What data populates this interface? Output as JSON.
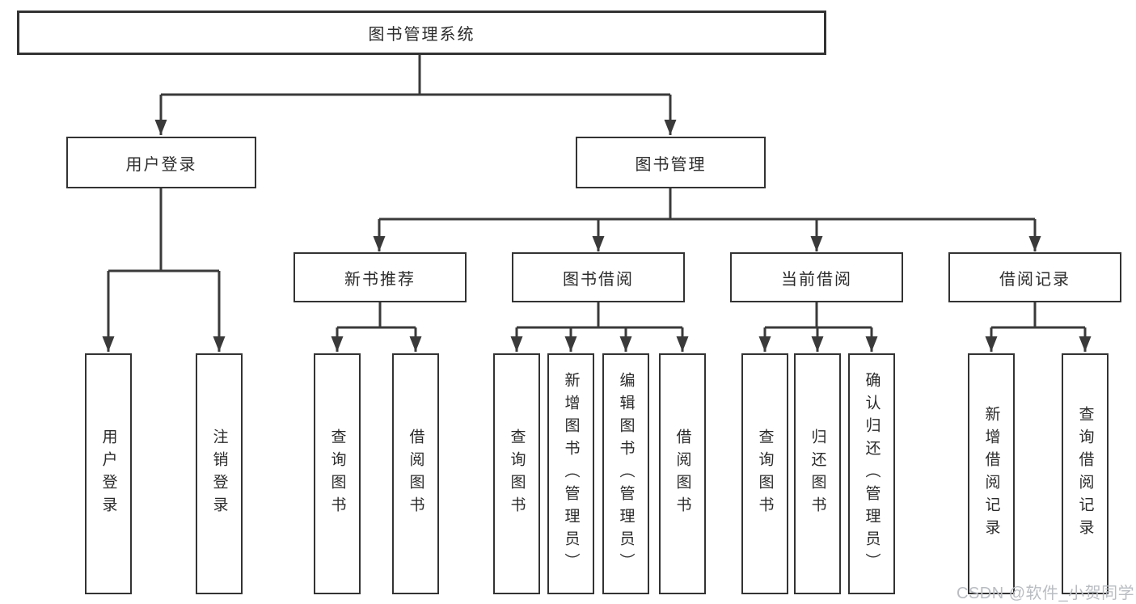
{
  "diagram": {
    "root": {
      "label": "图书管理系统"
    },
    "level2": [
      {
        "label": "用户登录"
      },
      {
        "label": "图书管理"
      }
    ],
    "level3": [
      {
        "label": "新书推荐"
      },
      {
        "label": "图书借阅"
      },
      {
        "label": "当前借阅"
      },
      {
        "label": "借阅记录"
      }
    ],
    "leaves": {
      "user_login": [
        "用户登录",
        "注销登录"
      ],
      "new_book": [
        "查询图书",
        "借阅图书"
      ],
      "book_borrow": [
        "查询图书",
        "新增图书（管理员）",
        "编辑图书（管理员）",
        "借阅图书"
      ],
      "current_borrow": [
        "查询图书",
        "归还图书",
        "确认归还（管理员）"
      ],
      "borrow_record": [
        "新增借阅记录",
        "查询借阅记录"
      ]
    }
  },
  "watermark": {
    "text": "CSDN @软件_小贺同学"
  },
  "colors": {
    "line": "#3a3a3a",
    "border": "#333333",
    "text": "#2b2b2b",
    "background": "#ffffff",
    "watermark": "#b9bdc2"
  }
}
